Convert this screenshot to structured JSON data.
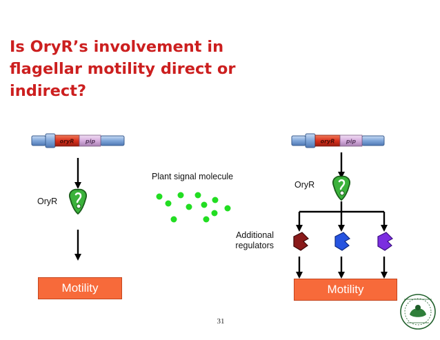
{
  "slide": {
    "title": "Is OryR’s involvement in\nflagellar motility direct or\nindirect?",
    "page_number": "31"
  },
  "left_pathway": {
    "gene_construct": {
      "gene_a": "oryR",
      "gene_b": "pip"
    },
    "protein_label": "OryR",
    "output_label": "Motility"
  },
  "center": {
    "signal_label": "Plant signal molecule",
    "additional_label": "Additional\nregulators"
  },
  "right_pathway": {
    "gene_construct": {
      "gene_a": "oryR",
      "gene_b": "pip"
    },
    "protein_label": "OryR",
    "output_label": "Motility"
  },
  "colors": {
    "title": "#cc1f1f",
    "motility_box": "#f76a3a",
    "oryR_segment": "#d9301c",
    "pip_segment": "#d6aede",
    "plasmid_body": "#7fa6d9",
    "oryr_protein": "#3bb23b",
    "signal_dot": "#22dd22",
    "regulator_1": "#8a1a1a",
    "regulator_2": "#2553e0",
    "regulator_3": "#7b2ee0"
  },
  "icons": {
    "protein": "receptor-protein-icon",
    "logo": "igcar-emblem-icon"
  }
}
